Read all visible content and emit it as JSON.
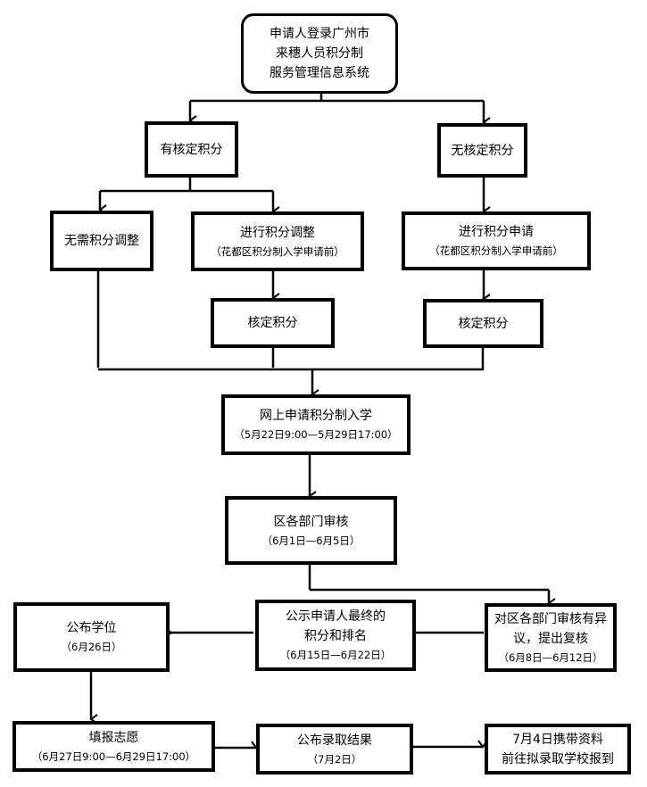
{
  "nodes": {
    "start": {
      "lines": [
        "申请人登录广州市",
        "来穗人员积分制",
        "服务管理信息系统"
      ]
    },
    "has_score": {
      "title": "有核定积分"
    },
    "no_score": {
      "title": "无核定积分"
    },
    "no_adjust": {
      "title": "无需积分调整"
    },
    "adjust": {
      "title": "进行积分调整",
      "note": "（花都区积分制入学申请前）"
    },
    "apply_score": {
      "title": "进行积分申请",
      "note": "（花都区积分制入学申请前）"
    },
    "verify_left": {
      "title": "核定积分"
    },
    "verify_right": {
      "title": "核定积分"
    },
    "online_apply": {
      "title": "网上申请积分制入学",
      "note": "（5月22日9:00—5月29日17:00）"
    },
    "dept_review": {
      "title": "区各部门审核",
      "note": "（6月1日—6月5日）"
    },
    "appeal": {
      "lines": [
        "对区各部门审核有异",
        "议，提出复核"
      ],
      "note": "（6月8日—6月12日）"
    },
    "publicize": {
      "lines": [
        "公示申请人最终的",
        "积分和排名"
      ],
      "note": "（6月15日—6月22日）"
    },
    "publish_seats": {
      "title": "公布学位",
      "note": "（6月26日）"
    },
    "fill_wishes": {
      "title": "填报志愿",
      "note": "（6月27日9:00—6月29日17:00）"
    },
    "publish_results": {
      "title": "公布录取结果",
      "note": "（7月2日）"
    },
    "report": {
      "lines": [
        "7月4日携带资料",
        "前往拟录取学校报到"
      ]
    }
  }
}
